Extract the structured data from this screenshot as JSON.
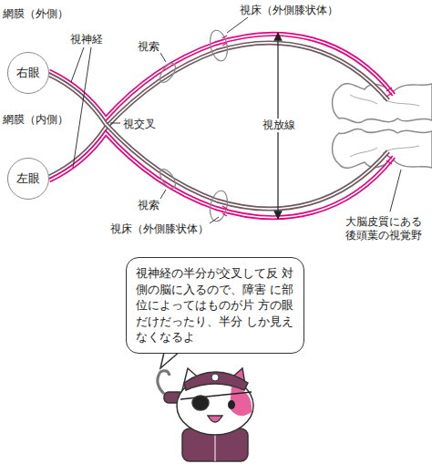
{
  "diagram": {
    "nodes": [
      {
        "text": [
          "右眼"
        ]
      },
      {
        "text": [
          "左眼"
        ]
      },
      {
        "text": [
          "視神経の半分が交叉して反 対側の脳に入るので、障害 に部位によってはものが片 方の眼だけだったり、半分 しか見えなくなるよ"
        ]
      }
    ],
    "labels": [
      "網膜（外側）",
      "視神経",
      "網膜（内側）",
      "視床（外側膝状体）",
      "視索",
      "視交叉",
      "視放線",
      "視索",
      "視床（外側膝状体）",
      "大脳皮質にある 後頭葉の視覚野"
    ]
  }
}
